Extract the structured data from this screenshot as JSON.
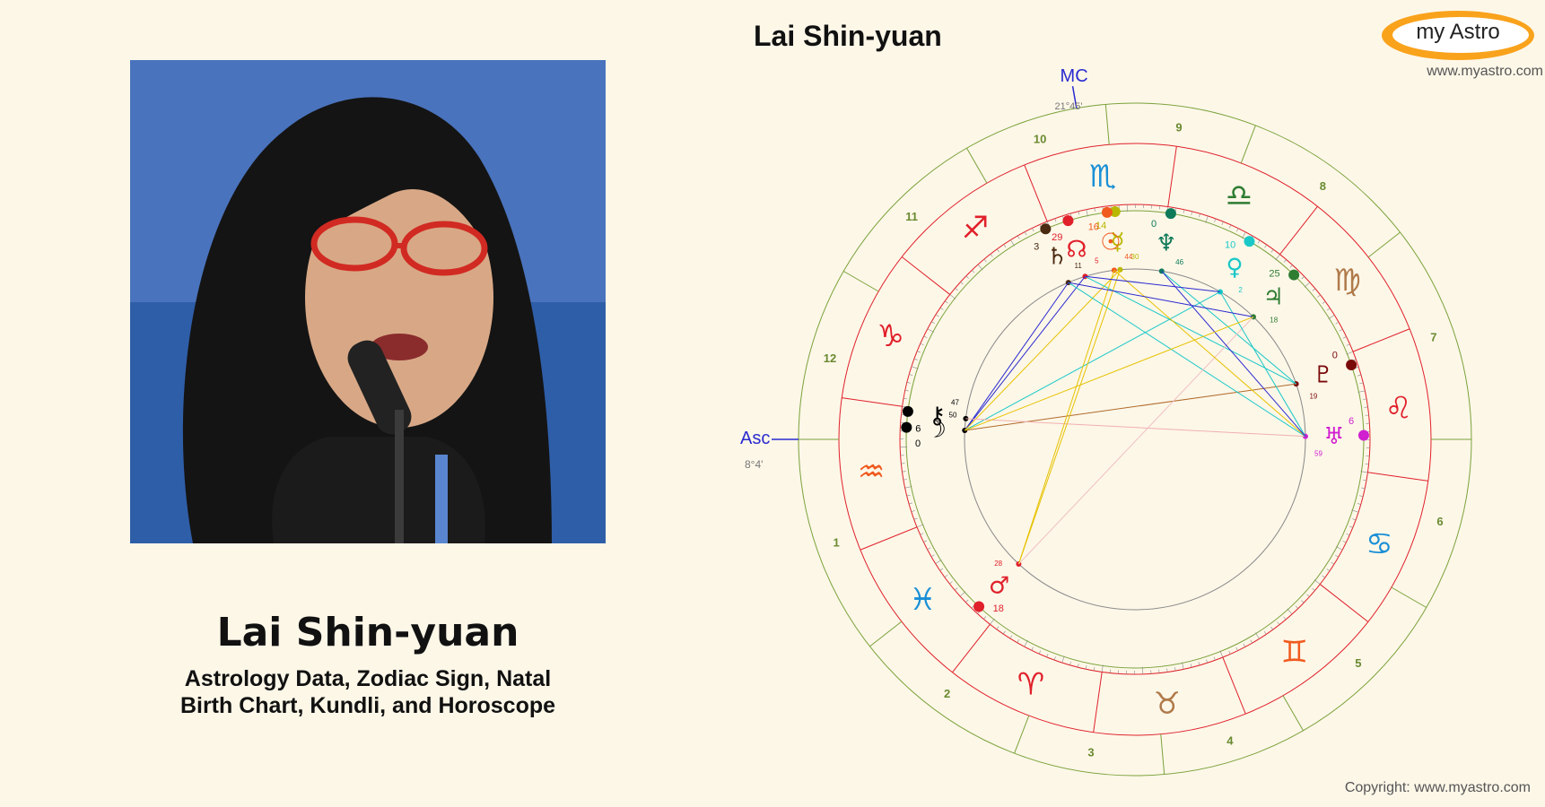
{
  "person": {
    "name": "Lai Shin-yuan",
    "subtitle_line1": "Astrology Data, Zodiac Sign, Natal",
    "subtitle_line2": "Birth Chart, Kundli, and Horoscope"
  },
  "chart_title": "Lai Shin-yuan",
  "logo": {
    "text": "my Astro",
    "url": "www.myastro.com"
  },
  "copyright": "Copyright: www.myastro.com",
  "chart": {
    "asc_label": "Asc",
    "asc_degree": "8°4'",
    "mc_label": "MC",
    "mc_degree": "21°45'",
    "signs": [
      {
        "name": "aries",
        "glyph": "♈",
        "color": "#e0202a"
      },
      {
        "name": "taurus",
        "glyph": "♉",
        "color": "#b07a4a"
      },
      {
        "name": "gemini",
        "glyph": "♊",
        "color": "#f05a1e"
      },
      {
        "name": "cancer",
        "glyph": "♋",
        "color": "#1a8fd6"
      },
      {
        "name": "leo",
        "glyph": "♌",
        "color": "#e0202a"
      },
      {
        "name": "virgo",
        "glyph": "♍",
        "color": "#b07a4a"
      },
      {
        "name": "libra",
        "glyph": "♎",
        "color": "#2e7d32"
      },
      {
        "name": "scorpio",
        "glyph": "♏",
        "color": "#1a8fd6"
      },
      {
        "name": "sagittarius",
        "glyph": "♐",
        "color": "#e0202a"
      },
      {
        "name": "capricorn",
        "glyph": "♑",
        "color": "#e0202a"
      },
      {
        "name": "aquarius",
        "glyph": "♒",
        "color": "#f05a1e"
      },
      {
        "name": "pisces",
        "glyph": "♓",
        "color": "#1a8fd6"
      }
    ],
    "house_numbers": [
      "1",
      "2",
      "3",
      "4",
      "5",
      "6",
      "7",
      "8",
      "9",
      "10",
      "11",
      "12"
    ],
    "planets": [
      {
        "name": "moon",
        "glyph": "☽",
        "degree": "0",
        "minute": "50",
        "color": "#000000"
      },
      {
        "name": "chiron",
        "glyph": "⚷",
        "degree": "6",
        "minute": "47",
        "color": "#000000"
      },
      {
        "name": "uranus",
        "glyph": "♅",
        "degree": "6",
        "minute": "59",
        "color": "#d020d0"
      },
      {
        "name": "pluto",
        "glyph": "♇",
        "degree": "0",
        "minute": "19",
        "color": "#7a0a0a"
      },
      {
        "name": "jupiter",
        "glyph": "♃",
        "degree": "25",
        "minute": "18",
        "color": "#2e7d32"
      },
      {
        "name": "venus",
        "glyph": "♀",
        "degree": "10",
        "minute": "2",
        "color": "#1ac8c8"
      },
      {
        "name": "neptune",
        "glyph": "♆",
        "degree": "0",
        "minute": "46",
        "color": "#0f7a5a"
      },
      {
        "name": "mercury",
        "glyph": "☿",
        "degree": "14",
        "minute": "30",
        "color": "#b8b800"
      },
      {
        "name": "sun",
        "glyph": "☉",
        "degree": "16",
        "minute": "44",
        "color": "#f05a1e"
      },
      {
        "name": "node",
        "glyph": "☊",
        "degree": "29",
        "minute": "5",
        "color": "#e0202a"
      },
      {
        "name": "saturn",
        "glyph": "♄",
        "degree": "3",
        "minute": "11",
        "color": "#4a2a10"
      },
      {
        "name": "mars",
        "glyph": "♂",
        "degree": "18",
        "minute": "28",
        "color": "#e0202a"
      }
    ]
  }
}
